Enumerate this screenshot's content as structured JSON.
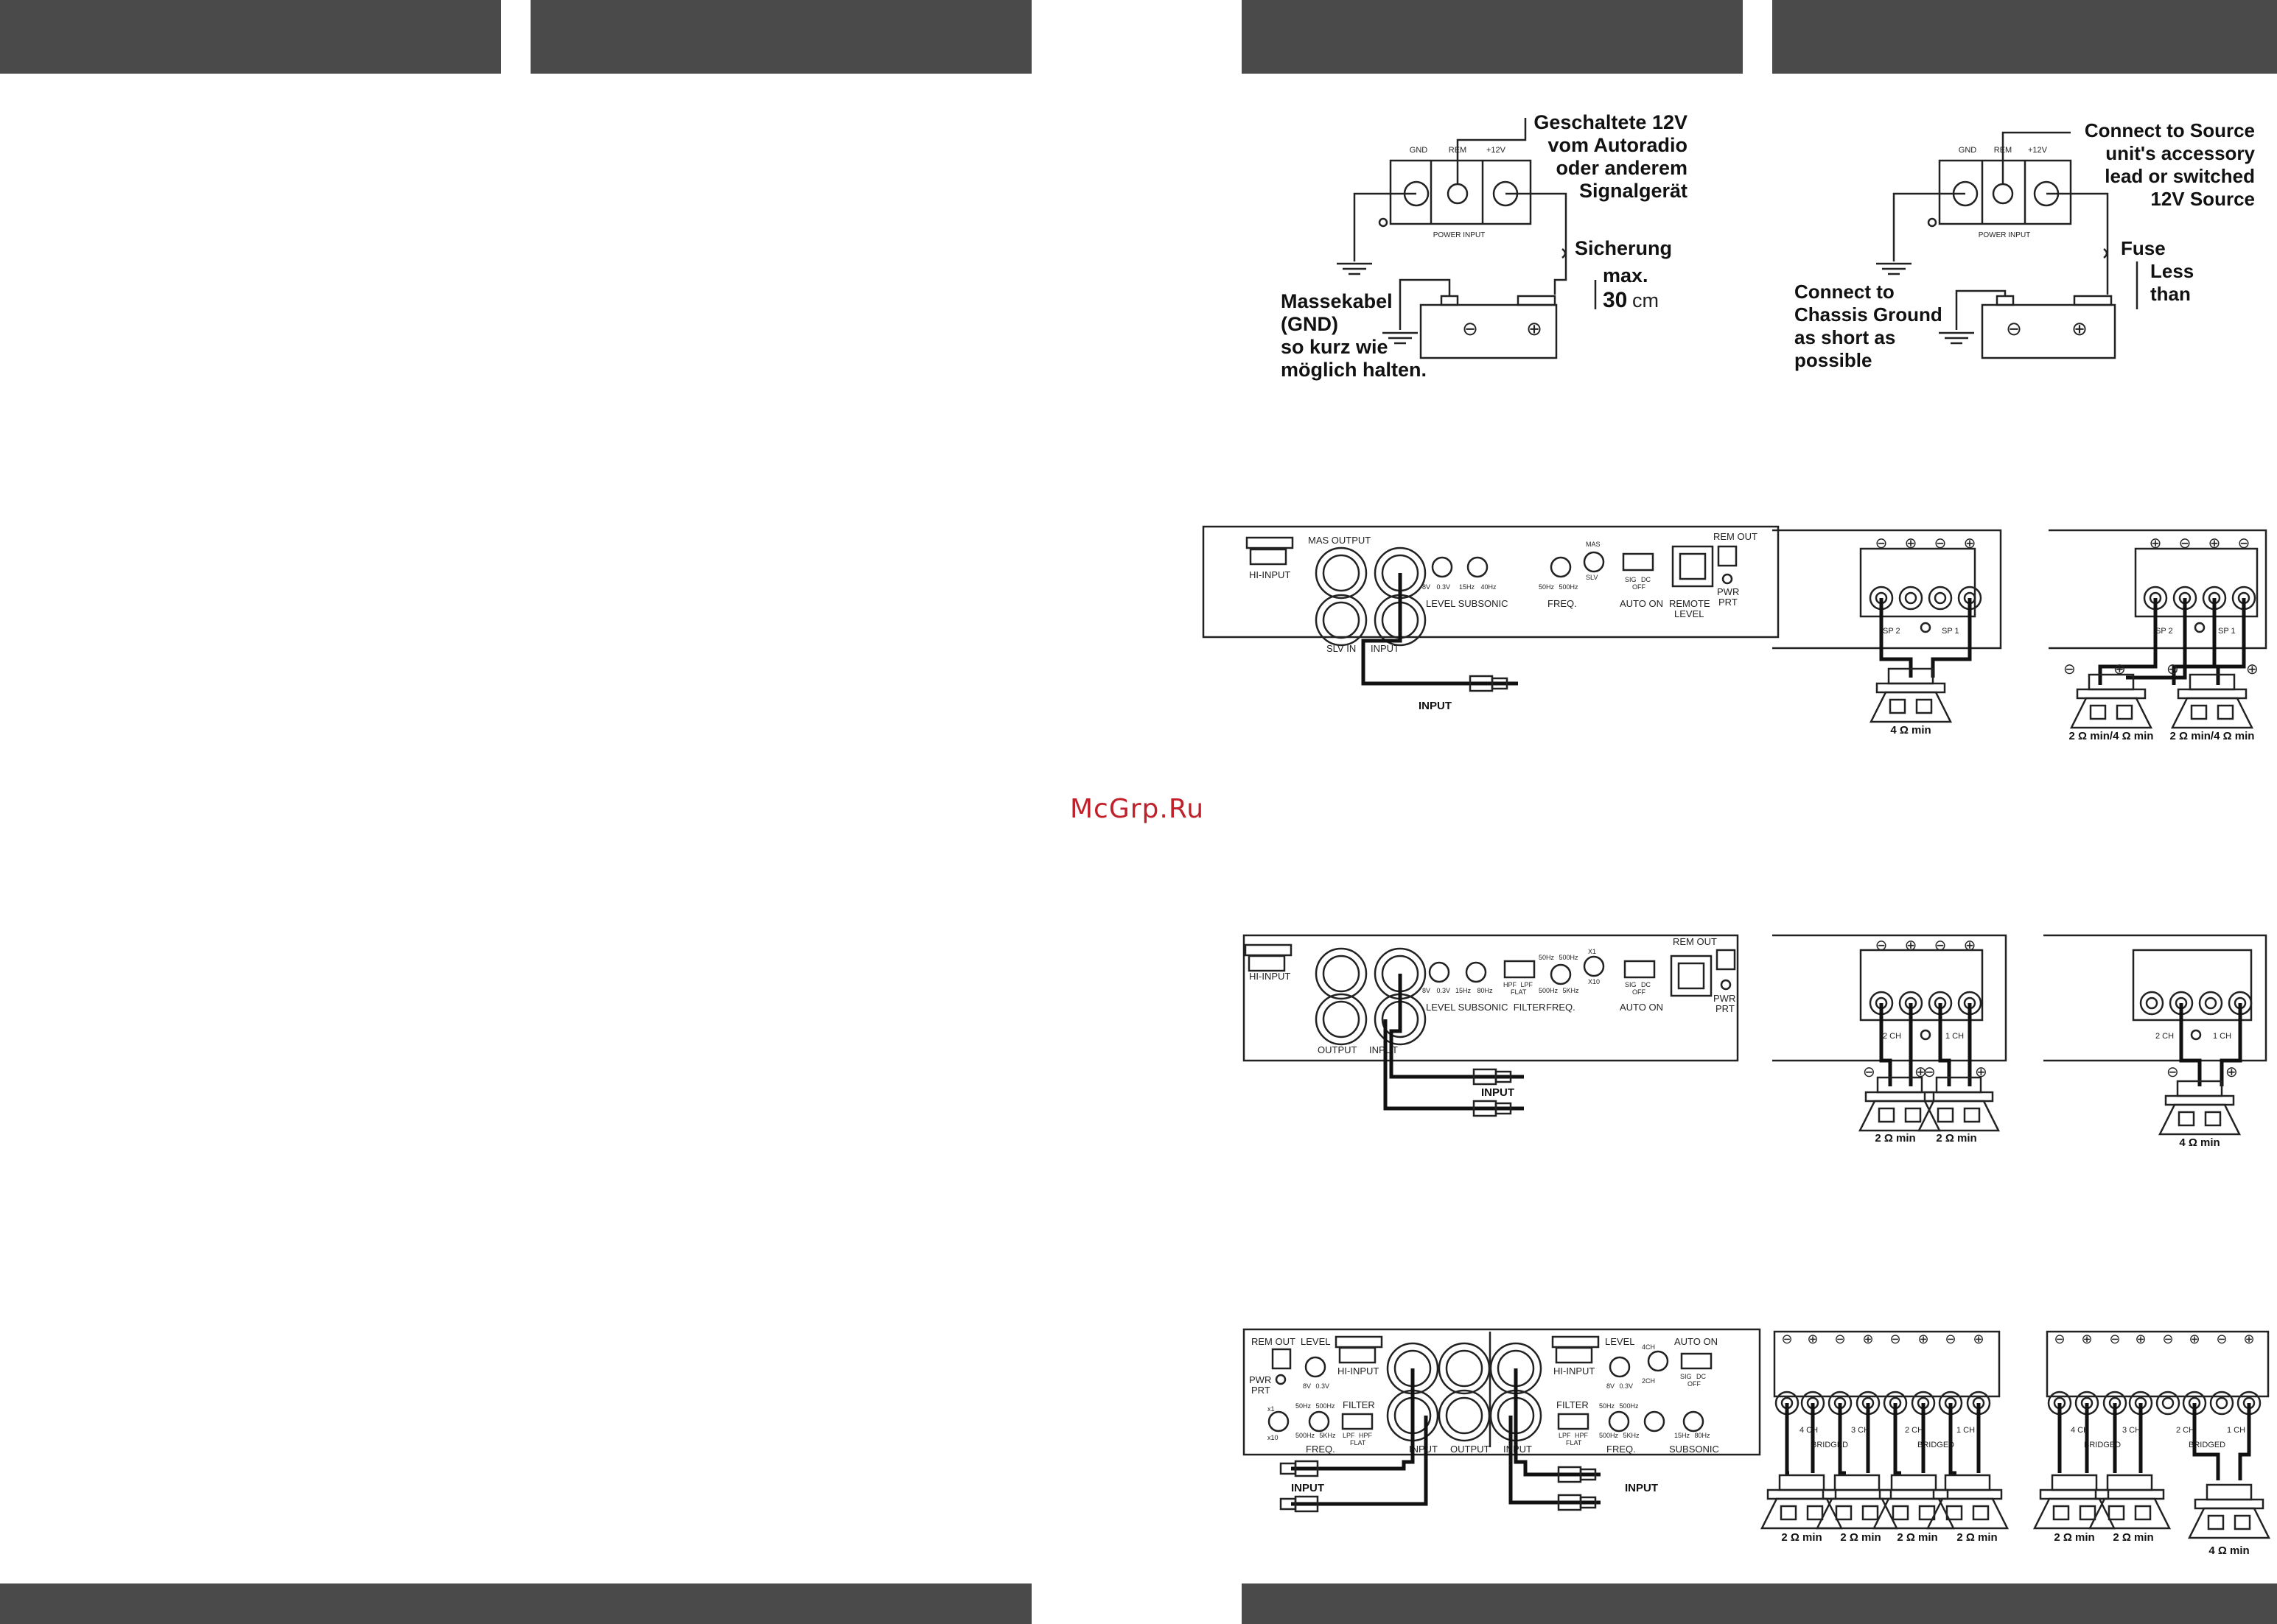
{
  "watermark": "McGrp.Ru",
  "colors": {
    "bar": "#4a4a4a",
    "watermark": "#c0202a",
    "ink": "#111111"
  },
  "de_wiring": {
    "terminals": [
      "GND",
      "REM",
      "+12V"
    ],
    "power_input": "POWER INPUT",
    "remote_label": [
      "Geschaltete 12V",
      "vom Autoradio",
      "oder anderem",
      "Signalgerät"
    ],
    "fuse_label": "Sicherung",
    "max_label": "max.",
    "distance": "30",
    "distance_unit": "cm",
    "ground_label": [
      "Massekabel",
      "(GND)",
      "so kurz wie",
      "möglich halten."
    ]
  },
  "en_wiring": {
    "terminals": [
      "GND",
      "REM",
      "+12V"
    ],
    "power_input": "POWER INPUT",
    "remote_label": [
      "Connect to Source",
      "unit's accessory",
      "lead or switched",
      "12V Source"
    ],
    "fuse_label": "Fuse",
    "less_label": [
      "Less",
      "than"
    ],
    "ground_label": [
      "Connect to",
      "Chassis Ground",
      "as short as",
      "possible"
    ]
  },
  "panel1": {
    "mas_output": "MAS OUTPUT",
    "hi_input": "HI-INPUT",
    "slv_in": "SLV IN",
    "input": "INPUT",
    "level_range": [
      "8V",
      "0.3V"
    ],
    "subsonic_range": [
      "15Hz",
      "40Hz"
    ],
    "level_subsonic": "LEVEL SUBSONIC",
    "freq_range": [
      "50Hz",
      "500Hz"
    ],
    "freq": "FREQ.",
    "mas_slv": [
      "MAS",
      "SLV"
    ],
    "sig_dc": [
      "SIG",
      "DC",
      "OFF"
    ],
    "auto_on": "AUTO ON",
    "rem_out": "REM OUT",
    "remote_level": [
      "REMOTE",
      "LEVEL"
    ],
    "pwr_prt": [
      "PWR",
      "PRT"
    ],
    "cable": "INPUT"
  },
  "panel2": {
    "hi_input": "HI-INPUT",
    "output": "OUTPUT",
    "input": "INPUT",
    "level_range": [
      "8V",
      "0.3V"
    ],
    "subsonic_range": [
      "15Hz",
      "80Hz"
    ],
    "labels": "LEVEL SUBSONIC  FILTER",
    "freq": "FREQ.",
    "filter_opts": [
      "HPF",
      "LPF",
      "FLAT"
    ],
    "freq_range": [
      "50Hz",
      "500Hz",
      "500Hz",
      "5KHz"
    ],
    "gain": [
      "X1",
      "X10"
    ],
    "sig_dc": [
      "SIG",
      "DC",
      "OFF"
    ],
    "auto_on": "AUTO ON",
    "rem_out": "REM OUT",
    "pwr_prt": [
      "PWR",
      "PRT"
    ],
    "cable": "INPUT"
  },
  "panel3": {
    "rem_out": "REM OUT",
    "level": "LEVEL",
    "hi_input": "HI-INPUT",
    "pwr_prt": [
      "PWR",
      "PRT"
    ],
    "level_range": [
      "8V",
      "0.3V"
    ],
    "freq_range": [
      "50Hz",
      "500Hz",
      "500Hz",
      "5KHz"
    ],
    "filter": "FILTER",
    "filter_opts": [
      "LPF",
      "HPF",
      "FLAT"
    ],
    "gain": [
      "x1",
      "x10"
    ],
    "freq": "FREQ.",
    "input": "INPUT",
    "output": "OUTPUT",
    "auto_on": "AUTO ON",
    "ch_mode": [
      "4CH",
      "2CH"
    ],
    "sig_dc": [
      "SIG",
      "DC",
      "OFF"
    ],
    "subsonic_range": [
      "15Hz",
      "80Hz"
    ],
    "subsonic": "SUBSONIC",
    "cable": "INPUT"
  },
  "speakers": {
    "row1a": {
      "terms": [
        "SP 2",
        "SP 1"
      ],
      "load": "4 Ω min"
    },
    "row1b": {
      "terms": [
        "SP 2",
        "SP 1"
      ],
      "loads": [
        "2 Ω min/4 Ω min",
        "2 Ω min/4 Ω min"
      ]
    },
    "row2a": {
      "terms": [
        "2 CH",
        "1 CH"
      ],
      "loads": [
        "2 Ω min",
        "2 Ω min"
      ]
    },
    "row2b": {
      "terms": [
        "2 CH",
        "1 CH"
      ],
      "load": "4 Ω min"
    },
    "row3a": {
      "terms": [
        "4 CH",
        "3 CH",
        "2 CH",
        "1 CH"
      ],
      "bridged": "BRIDGED",
      "loads": [
        "2 Ω min",
        "2 Ω min",
        "2 Ω min",
        "2 Ω min"
      ]
    },
    "row3b": {
      "terms": [
        "4 CH",
        "3 CH",
        "2 CH",
        "1 CH"
      ],
      "bridged": "BRIDGED",
      "loads": [
        "2 Ω min",
        "2 Ω min",
        "4 Ω min"
      ]
    }
  }
}
